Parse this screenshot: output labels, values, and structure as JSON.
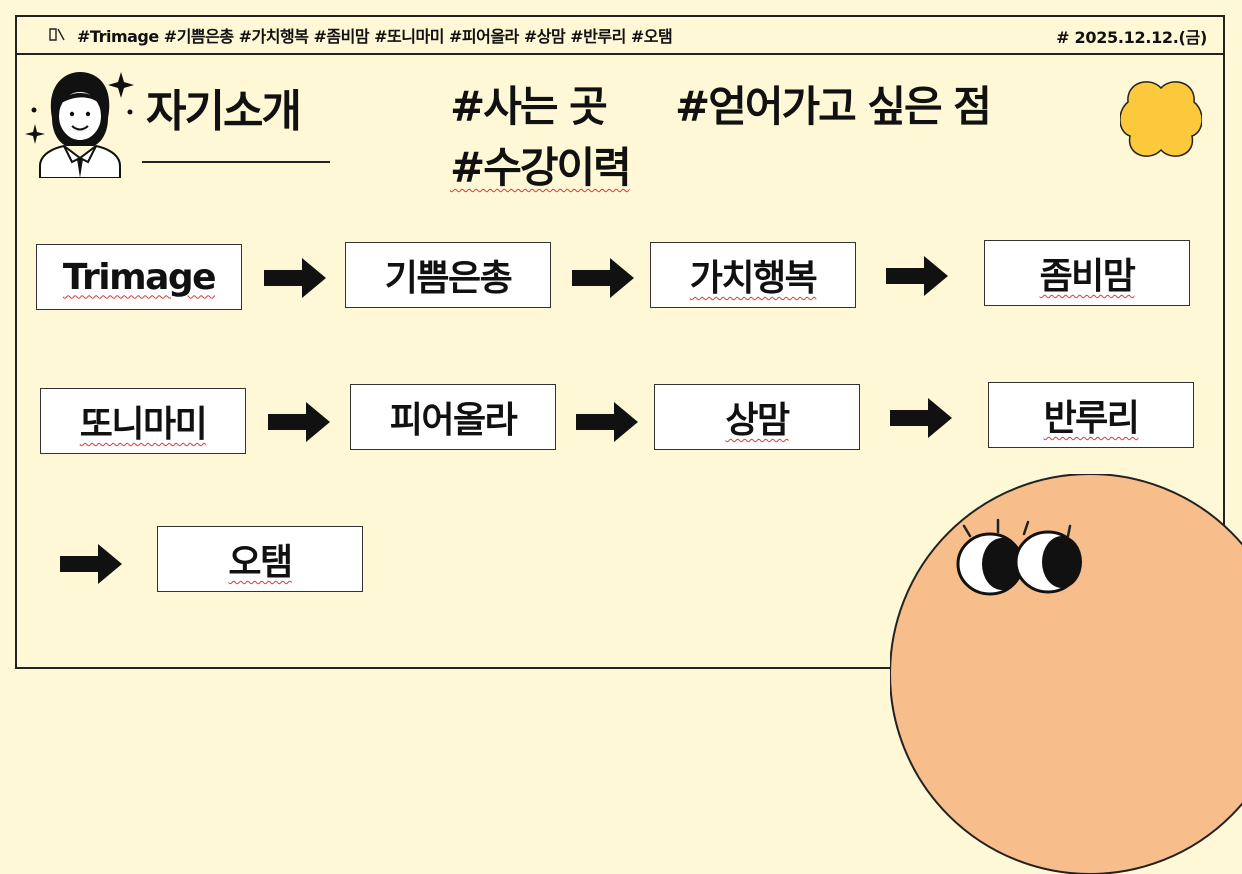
{
  "topbar": {
    "tags": "#Trimage #기쁨은총 #가치행복 #좀비맘 #또니마미 #피어올라 #상맘 #반루리 #오탬",
    "date": "# 2025.12.12.(금)",
    "icon": "book-icon"
  },
  "header": {
    "title": "자기소개",
    "topics": [
      "#사는 곳",
      "#얻어가고 싶은 점",
      "#수강이력"
    ]
  },
  "names": [
    "Trimage",
    "기쁨은총",
    "가치행복",
    "좀비맘",
    "또니마미",
    "피어올라",
    "상맘",
    "반루리",
    "오탬"
  ],
  "colors": {
    "background": "#fff8d6",
    "accent_yellow": "#fcc83c",
    "character": "#f7be8b",
    "arrow": "#111111"
  },
  "icons": [
    "avatar-icon",
    "clover-decoration",
    "arrow-right-icon",
    "character-illustration"
  ]
}
